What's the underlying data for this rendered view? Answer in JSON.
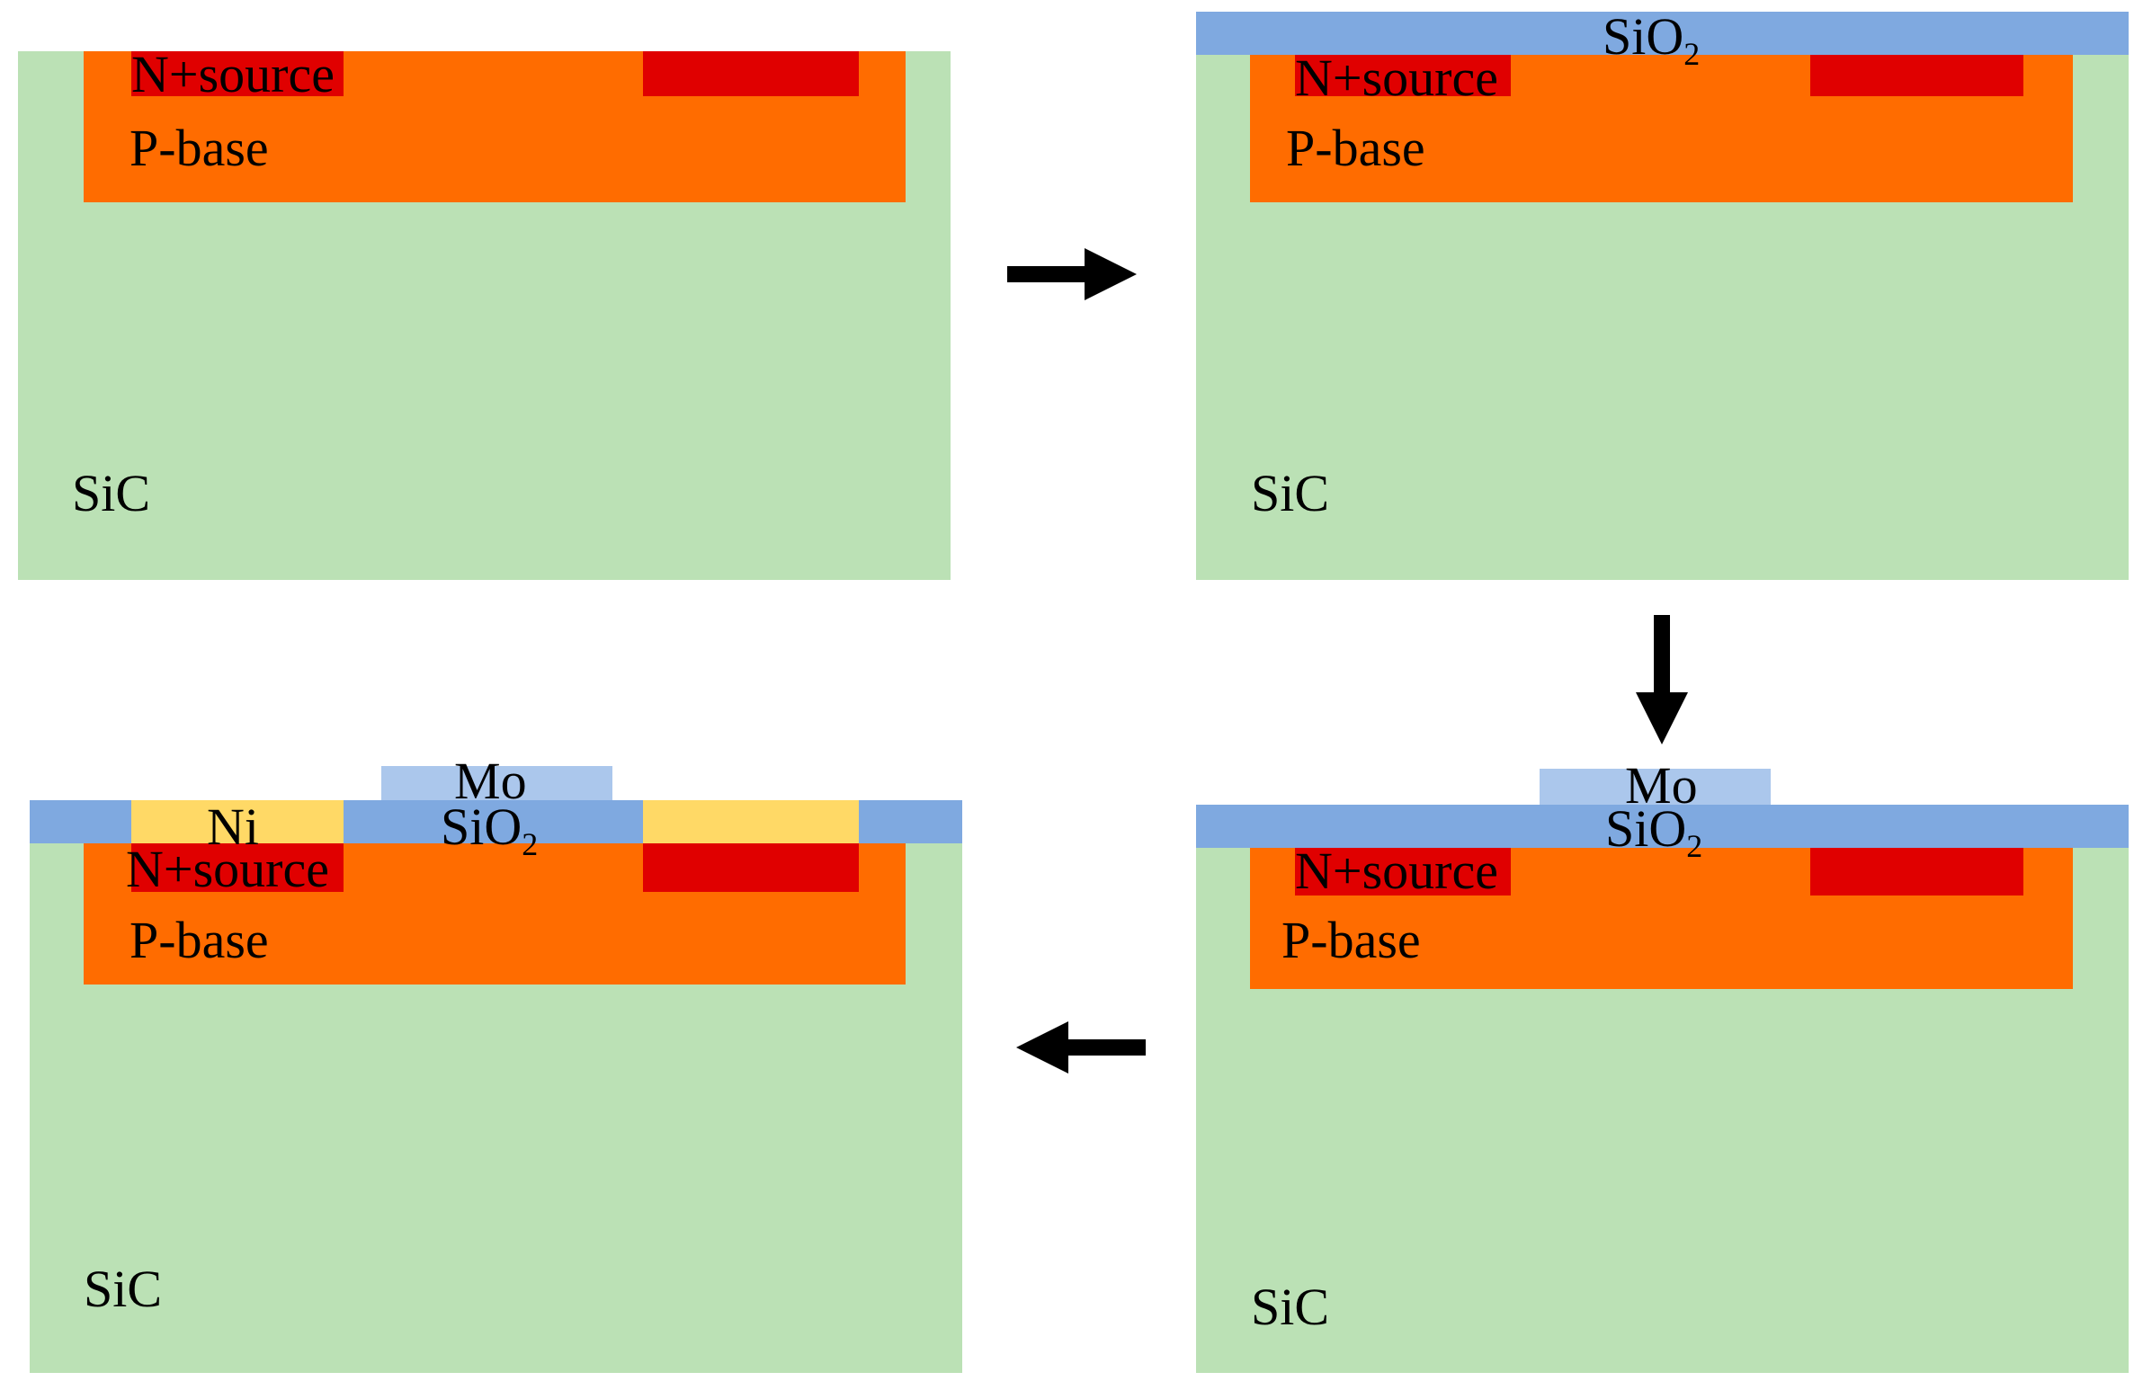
{
  "labels": {
    "sic": "SiC",
    "p_base": "P-base",
    "n_source": "N+source",
    "sio2_main": "SiO",
    "sio2_sub": "2",
    "mo": "Mo",
    "ni": "Ni"
  },
  "colors": {
    "sic": "#bbe1b5",
    "p_base": "#ff6c00",
    "n_source": "#e00000",
    "sio2": "#7fa9e0",
    "mo": "#abc7ec",
    "ni": "#ffd966",
    "arrow": "#000000"
  },
  "steps": [
    {
      "id": "step-1",
      "layers": [
        "SiC",
        "P-base",
        "N+source"
      ]
    },
    {
      "id": "step-2",
      "layers": [
        "SiC",
        "P-base",
        "N+source",
        "SiO2"
      ]
    },
    {
      "id": "step-3",
      "layers": [
        "SiC",
        "P-base",
        "N+source",
        "SiO2",
        "Mo"
      ]
    },
    {
      "id": "step-4",
      "layers": [
        "SiC",
        "P-base",
        "N+source",
        "SiO2",
        "Mo",
        "Ni"
      ]
    }
  ],
  "arrows": [
    "right",
    "down",
    "left"
  ]
}
